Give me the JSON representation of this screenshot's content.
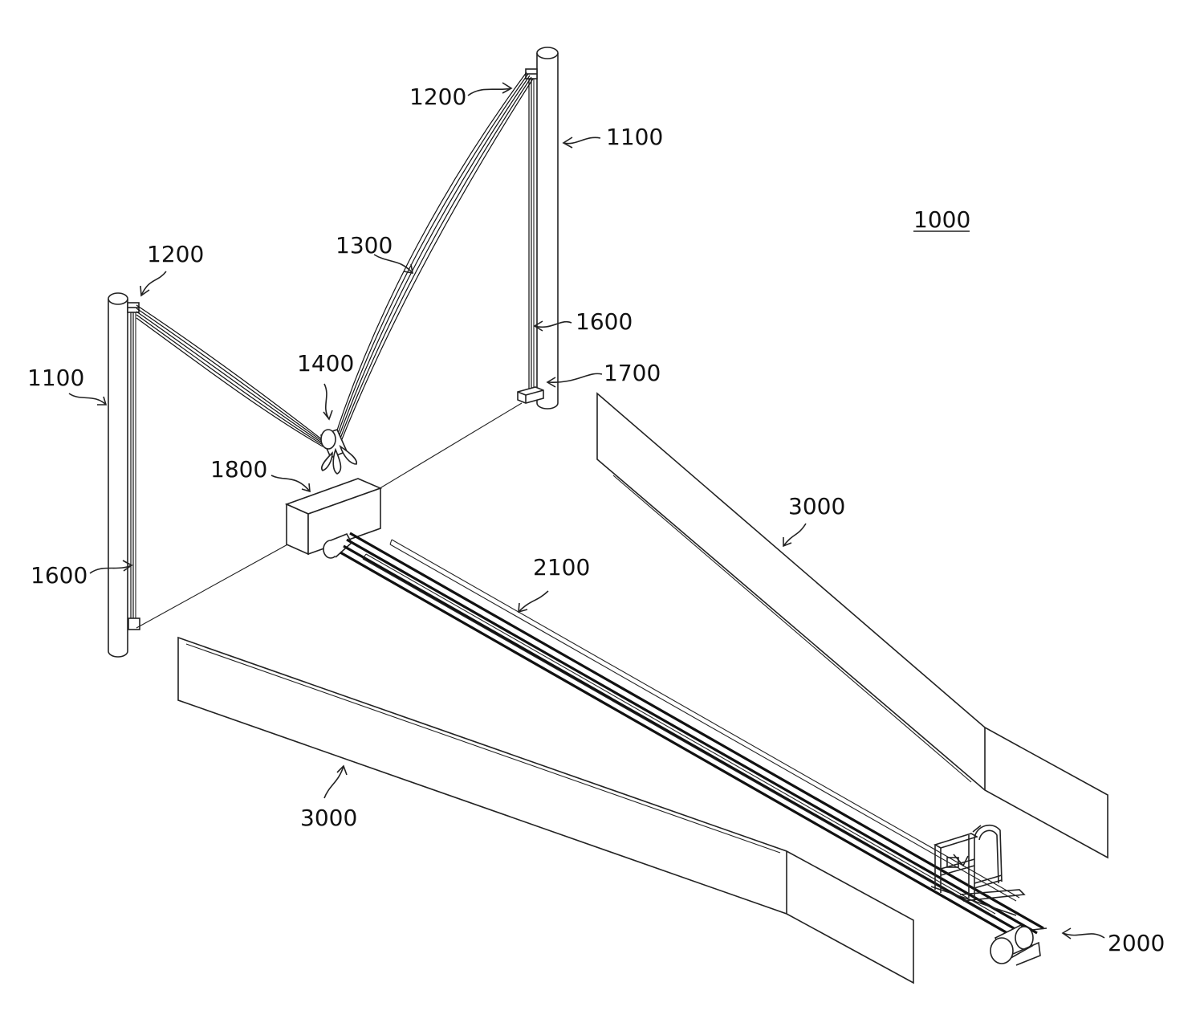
{
  "figure": {
    "system_label": "1000",
    "labels": {
      "pillar_right": "1100",
      "pillar_left": "1100",
      "pulley_right": "1200",
      "pulley_left": "1200",
      "cable": "1300",
      "carrier": "1400",
      "guide_right": "1600",
      "guide_left": "1600",
      "anchor": "1700",
      "control_box": "1800",
      "drive_unit": "2000",
      "rail_track": "2100",
      "wall_right": "3000",
      "wall_left": "3000"
    }
  }
}
